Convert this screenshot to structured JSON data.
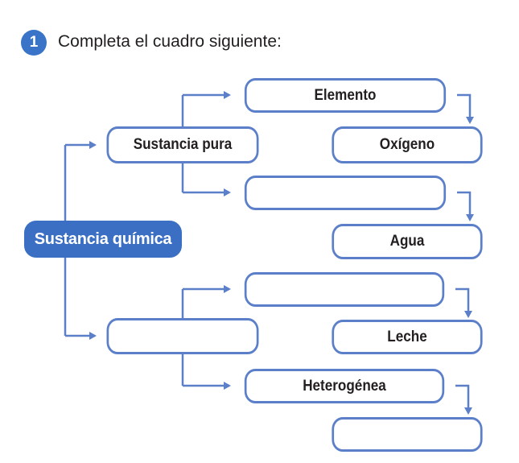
{
  "exercise": {
    "number": "1",
    "instruction": "Completa el cuadro siguiente:"
  },
  "diagram": {
    "root": "Sustancia química",
    "pure_substance": "Sustancia pura",
    "element": "Elemento",
    "element_example": "Oxígeno",
    "compound_blank": "",
    "compound_example": "Agua",
    "mixture_blank": "",
    "homogeneous_blank": "",
    "homogeneous_example": "Leche",
    "heterogeneous": "Heterogénea",
    "heterogeneous_example_blank": ""
  },
  "colors": {
    "accent": "#3a6fc4",
    "line": "#5b7fc9",
    "text": "#231f20"
  }
}
